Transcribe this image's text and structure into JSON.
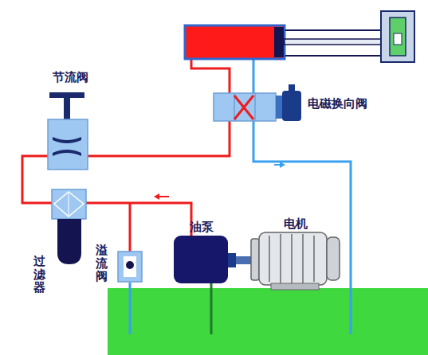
{
  "diagram": {
    "labels": [
      "节流阀",
      "电磁换向阀",
      "电机",
      "油泵",
      "溢流阀",
      "过滤器"
    ]
  }
}
